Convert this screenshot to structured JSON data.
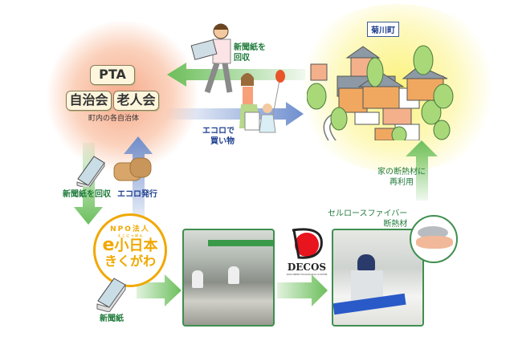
{
  "org_group": {
    "pta": "PTA",
    "jichikai": "自治会",
    "rojinkai": "老人会",
    "caption": "町内の各自治体"
  },
  "town": {
    "label": "菊川町"
  },
  "flows": {
    "collect_newspaper_top": "新聞紙を\n回収",
    "collect_newspaper_top_l1": "新聞紙を",
    "collect_newspaper_top_l2": "回収",
    "ecoro_shopping_l1": "エコロで",
    "ecoro_shopping_l2": "買い物",
    "collect_newspaper_left": "新聞紙を回収",
    "ecoro_issue": "エコロ発行",
    "reuse_l1": "家の断熱材に",
    "reuse_l2": "再利用",
    "cellulose_l1": "セルロースファイバー",
    "cellulose_l2": "断熱材",
    "newspaper": "新聞紙"
  },
  "npo": {
    "prefix": "NPO法人",
    "ruby": "え こ に っ ぽ ん",
    "name_e": "e",
    "name_main": "小日本",
    "name_sub": "きくがわ"
  },
  "decos": {
    "name": "DECOS",
    "sub": "DOCUMENT ECOLOGICAL SYSTEM"
  },
  "colors": {
    "green_arrow": "#6cbf5c",
    "blue_arrow": "#6f8fcf",
    "npo_orange": "#f0a800",
    "photo_border": "#3f8f4f"
  }
}
